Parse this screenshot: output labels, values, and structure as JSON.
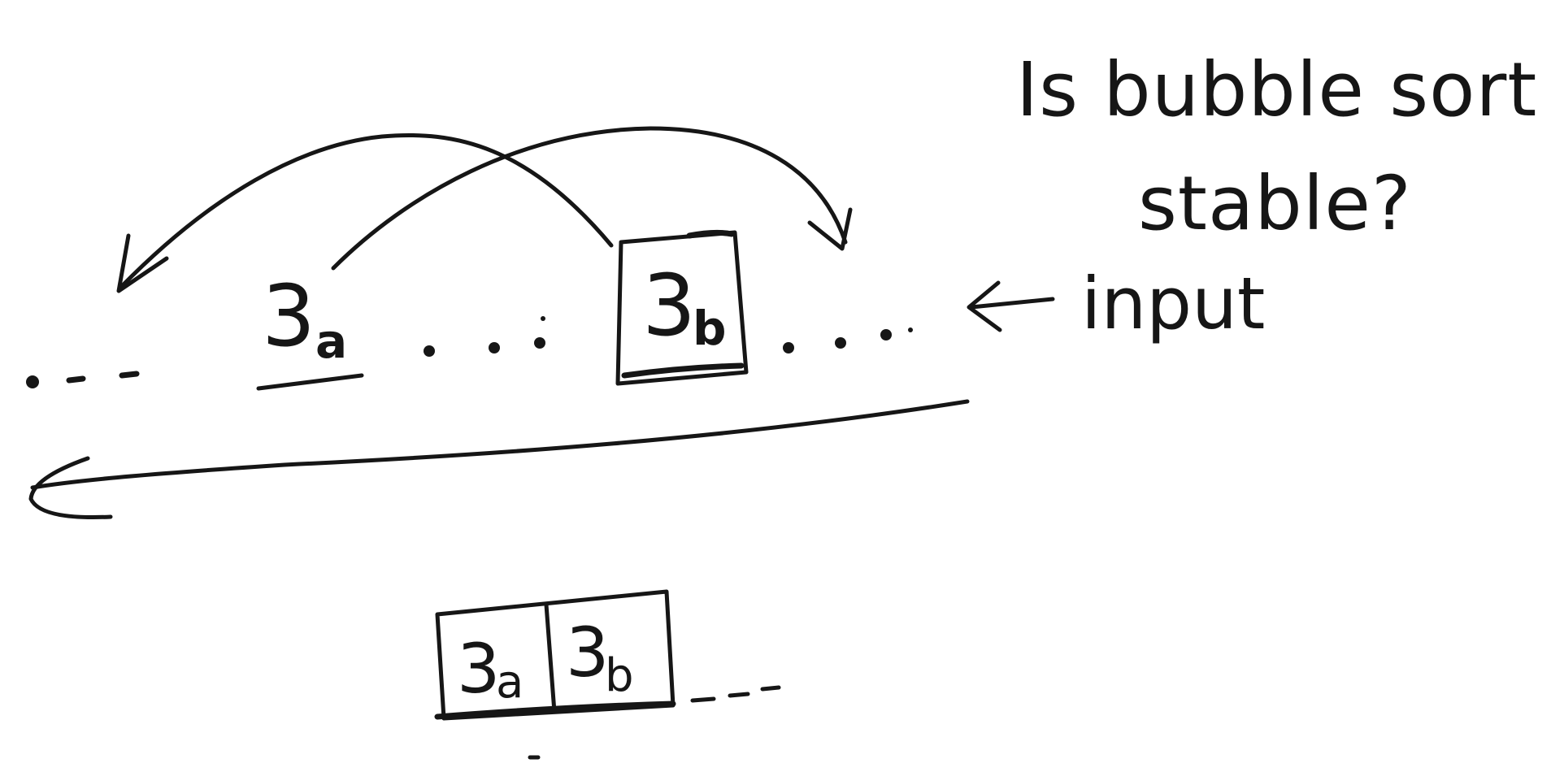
{
  "question": {
    "line1": "Is bubble sort",
    "line2": "stable?"
  },
  "input_label": "input",
  "elements": {
    "first": {
      "digit": "3",
      "subscript": "a"
    },
    "second": {
      "digit": "3",
      "subscript": "b"
    }
  },
  "output_cells": [
    {
      "digit": "3",
      "subscript": "a"
    },
    {
      "digit": "3",
      "subscript": "b"
    }
  ],
  "ink_color": "#161616"
}
